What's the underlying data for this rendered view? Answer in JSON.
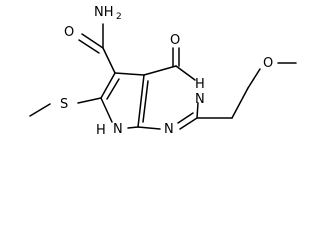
{
  "molecule": {
    "labels": {
      "amide_n": "NH",
      "amide_n_sub": "2",
      "amide_o": "O",
      "keto_o": "O",
      "n3": "N",
      "n3_h": "H",
      "n1": "N",
      "n7_h": "H",
      "n7": "N",
      "s": "S",
      "ether_o": "O"
    }
  }
}
